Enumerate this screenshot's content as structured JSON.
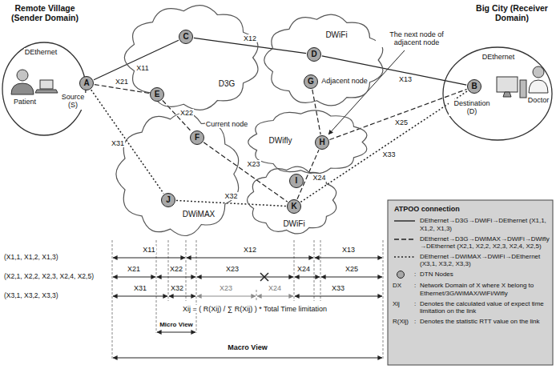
{
  "diagram": {
    "nodes": [
      {
        "text": [
          "Remote Village (Sender Domain)",
          "DEthernet",
          "Patient",
          "Source (S)"
        ]
      },
      {
        "text": [
          "A"
        ],
        "in": 0
      },
      {
        "text": [
          "D3G"
        ]
      },
      {
        "text": [
          "C"
        ],
        "in": 2
      },
      {
        "text": [
          "E"
        ],
        "in": 2
      },
      {
        "text": [
          "DWiFi"
        ]
      },
      {
        "text": [
          "D"
        ],
        "in": 5
      },
      {
        "text": [
          "G"
        ],
        "in": 5
      },
      {
        "text": [
          "DWiMAX"
        ]
      },
      {
        "text": [
          "F"
        ],
        "in": 8
      },
      {
        "text": [
          "J"
        ],
        "in": 8
      },
      {
        "text": [
          "DWifly"
        ]
      },
      {
        "text": [
          "H"
        ],
        "in": 11
      },
      {
        "text": [
          "DWiFi"
        ]
      },
      {
        "text": [
          "I"
        ],
        "in": 13
      },
      {
        "text": [
          "K"
        ],
        "in": 13
      },
      {
        "text": [
          "Big City (Receiver Domain)",
          "DEthernet",
          "Destination (D)",
          "Doctor"
        ]
      },
      {
        "text": [
          "B"
        ],
        "in": 16
      }
    ],
    "edges": [
      {
        "from": 1,
        "to": 3,
        "arrow": "none",
        "label": "X11"
      },
      {
        "from": 3,
        "to": 6,
        "arrow": "none",
        "label": "X12"
      },
      {
        "from": 6,
        "to": 17,
        "arrow": "none",
        "label": "X13"
      },
      {
        "from": 1,
        "to": 4,
        "arrow": "none",
        "label": "X21"
      },
      {
        "from": 4,
        "to": 9,
        "arrow": "none",
        "label": "X22"
      },
      {
        "from": 9,
        "to": 15,
        "arrow": "none",
        "label": "X23"
      },
      {
        "from": 15,
        "to": 12,
        "arrow": "none",
        "label": "X24"
      },
      {
        "from": 12,
        "to": 17,
        "arrow": "none",
        "label": "X25"
      },
      {
        "from": 1,
        "to": 10,
        "arrow": "none",
        "label": "X31"
      },
      {
        "from": 10,
        "to": 15,
        "arrow": "none",
        "label": "X32"
      },
      {
        "from": 15,
        "to": 17,
        "arrow": "none",
        "label": "X33"
      },
      {
        "from": 7,
        "to": 12,
        "arrow": "none"
      }
    ],
    "labels": [
      "Adjacent node",
      "Current node",
      "The next node of adjacent node",
      "(X1,1, X1,2, X1,3)",
      "(X2,1, X2,2, X2,3, X2,4, X2,5)",
      "(X3,1, X3,2, X3,3)",
      "X11",
      "X12",
      "X13",
      "X21",
      "X22",
      "X23",
      "X24",
      "X25",
      "X31",
      "X32",
      "X23",
      "X24",
      "X33",
      "Xij = ( R(Xij) / ∑ R(Xij) ) * Total Time limitation",
      "Micro View",
      "Macro View",
      "ATPOO connection",
      ":",
      "DX",
      ":",
      "Network Domain of X where X belong to Ethernet/3G/WiMAX/WiFi/Wifly",
      "Xij",
      ":",
      "Denotes the calculated value of expect time limitation on the link",
      "R(Xij)",
      ":",
      "Denotes the statistic RTT value on the link"
    ],
    "legend": [
      {
        "text": "DEthernet→D3G→DWiFi→DEthernet (X1,1, X1,2, X1,3)"
      },
      {
        "text": "DEthernet→D3G→DWiMAX→DWiFi→DWifly→DEthernet (X2,1, X2,2, X2,3, X2,4, X2,5)"
      },
      {
        "text": "DEthernet→DWiMAX→DWiFi→DEthernet (X3,1, X3,2, X3,3)"
      },
      {
        "text": "DTN Nodes"
      }
    ]
  }
}
